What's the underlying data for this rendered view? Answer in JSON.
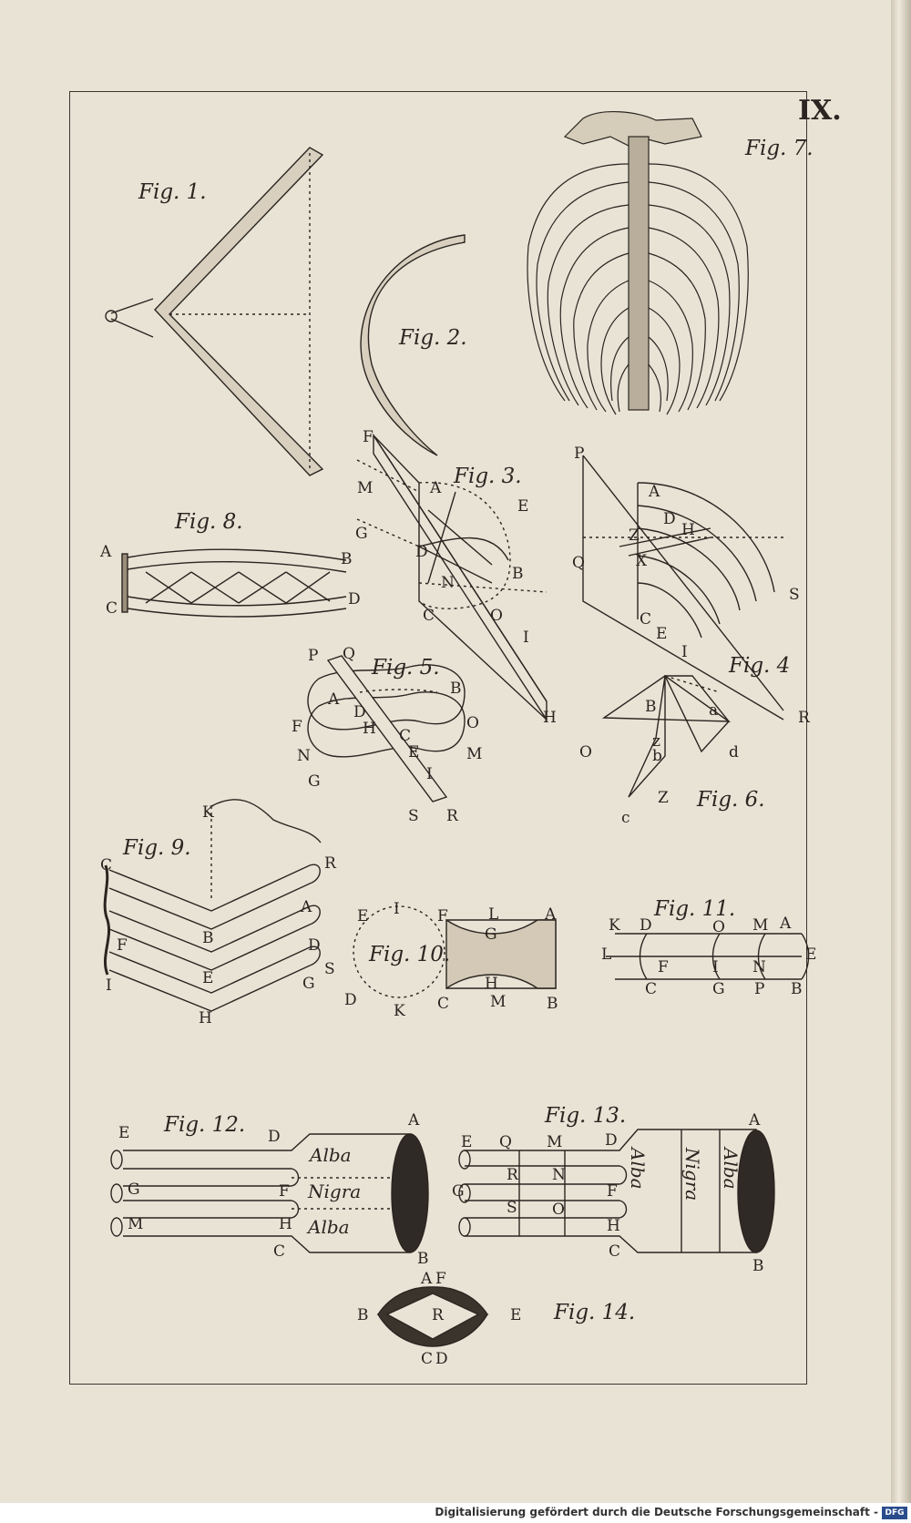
{
  "plate_number": "IX.",
  "figures": {
    "fig1": "Fig. 1.",
    "fig2": "Fig. 2.",
    "fig3": "Fig. 3.",
    "fig4": "Fig. 4",
    "fig5": "Fig. 5.",
    "fig6": "Fig. 6.",
    "fig7": "Fig. 7.",
    "fig8": "Fig. 8.",
    "fig9": "Fig. 9.",
    "fig10": "Fig. 10.",
    "fig11": "Fig. 11.",
    "fig12": "Fig. 12.",
    "fig13": "Fig. 13.",
    "fig14": "Fig. 14."
  },
  "words": {
    "alba": "Alba",
    "nigra": "Nigra"
  },
  "letters": {
    "f3_F": "F",
    "f3_M": "M",
    "f3_G": "G",
    "f3_A": "A",
    "f3_E": "E",
    "f3_D": "D",
    "f3_B": "B",
    "f3_N": "N",
    "f3_C": "C",
    "f3_O": "O",
    "f3_I": "I",
    "f3_H": "H",
    "f4_P": "P",
    "f4_A": "A",
    "f4_D": "D",
    "f4_H": "H",
    "f4_Z": "Z",
    "f4_X": "X",
    "f4_Q": "Q",
    "f4_C": "C",
    "f4_E": "E",
    "f4_I": "I",
    "f4_R": "R",
    "f4_S": "S",
    "f8_A": "A",
    "f8_B": "B",
    "f8_C": "C",
    "f8_D": "D",
    "f5_P": "P",
    "f5_Q": "Q",
    "f5_A": "A",
    "f5_D": "D",
    "f5_B": "B",
    "f5_F": "F",
    "f5_H": "H",
    "f5_C": "C",
    "f5_O": "O",
    "f5_N": "N",
    "f5_E": "E",
    "f5_M": "M",
    "f5_G": "G",
    "f5_I": "I",
    "f5_S": "S",
    "f5_R": "R",
    "f6_B": "B",
    "f6_a": "a",
    "f6_O": "O",
    "f6_z1": "z",
    "f6_b": "b",
    "f6_d": "d",
    "f6_Z": "Z",
    "f6_c": "c",
    "f9_K": "K",
    "f9_R": "R",
    "f9_C": "C",
    "f9_A": "A",
    "f9_B": "B",
    "f9_F": "F",
    "f9_D": "D",
    "f9_E": "E",
    "f9_I": "I",
    "f9_G": "G",
    "f9_S": "S",
    "f9_H": "H",
    "f10_E": "E",
    "f10_I": "I",
    "f10_F": "F",
    "f10_L": "L",
    "f10_A": "A",
    "f10_G": "G",
    "f10_H": "H",
    "f10_D": "D",
    "f10_K": "K",
    "f10_C": "C",
    "f10_M": "M",
    "f10_B": "B",
    "f11_K": "K",
    "f11_D": "D",
    "f11_O": "O",
    "f11_M": "M",
    "f11_A": "A",
    "f11_L": "L",
    "f11_E": "E",
    "f11_F": "F",
    "f11_I": "I",
    "f11_N": "N",
    "f11_C": "C",
    "f11_G": "G",
    "f11_P": "P",
    "f11_B": "B",
    "f12_E": "E",
    "f12_D": "D",
    "f12_A": "A",
    "f12_G": "G",
    "f12_F": "F",
    "f12_M": "M",
    "f12_H": "H",
    "f12_C": "C",
    "f12_B": "B",
    "f13_E": "E",
    "f13_Q": "Q",
    "f13_M": "M",
    "f13_D": "D",
    "f13_A": "A",
    "f13_R": "R",
    "f13_N": "N",
    "f13_G": "G",
    "f13_F": "F",
    "f13_S": "S",
    "f13_O": "O",
    "f13_H": "H",
    "f13_C": "C",
    "f13_B": "B",
    "f14_A": "A",
    "f14_F": "F",
    "f14_B": "B",
    "f14_R": "R",
    "f14_E": "E",
    "f14_C": "C",
    "f14_D": "D"
  },
  "footer_text": "Digitalisierung gefördert durch die Deutsche Forschungsgemeinschaft -",
  "footer_logo": "DFG",
  "colors": {
    "paper": "#e9e3d6",
    "ink": "#2a2520"
  }
}
